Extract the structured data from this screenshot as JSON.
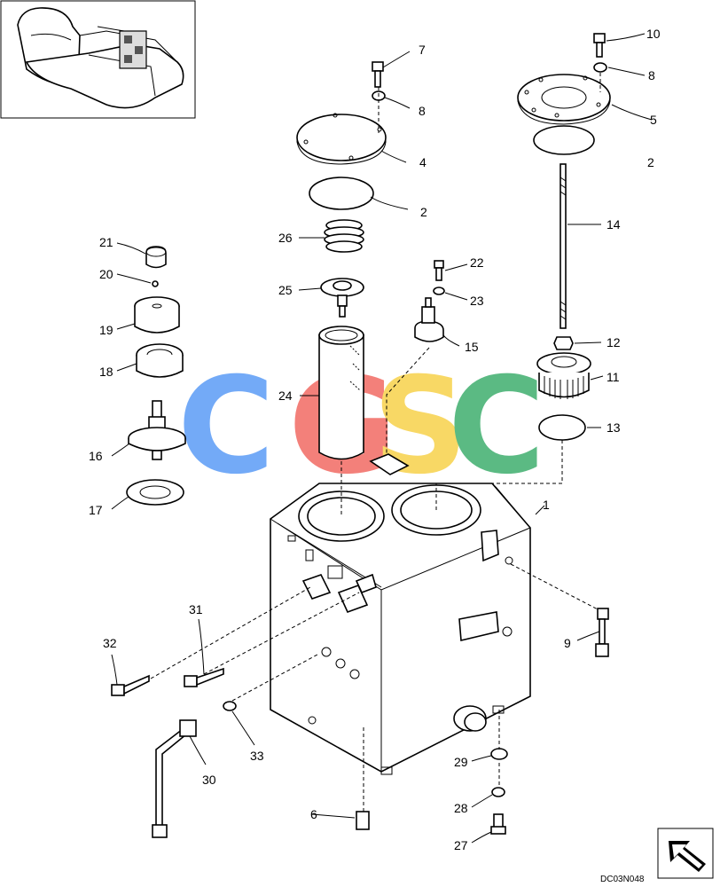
{
  "diagram": {
    "reference_code": "DC03N048",
    "callouts": [
      "1",
      "2",
      "2",
      "4",
      "5",
      "6",
      "7",
      "8",
      "8",
      "9",
      "10",
      "11",
      "12",
      "13",
      "14",
      "15",
      "16",
      "17",
      "18",
      "19",
      "20",
      "21",
      "22",
      "23",
      "24",
      "25",
      "26",
      "27",
      "28",
      "29",
      "30",
      "31",
      "32",
      "33"
    ],
    "watermark": {
      "letters": [
        "C",
        "G",
        "S",
        "C"
      ],
      "colors": [
        "#5b9cf6",
        "#f26b63",
        "#f7d24b",
        "#3fae6e"
      ]
    }
  }
}
